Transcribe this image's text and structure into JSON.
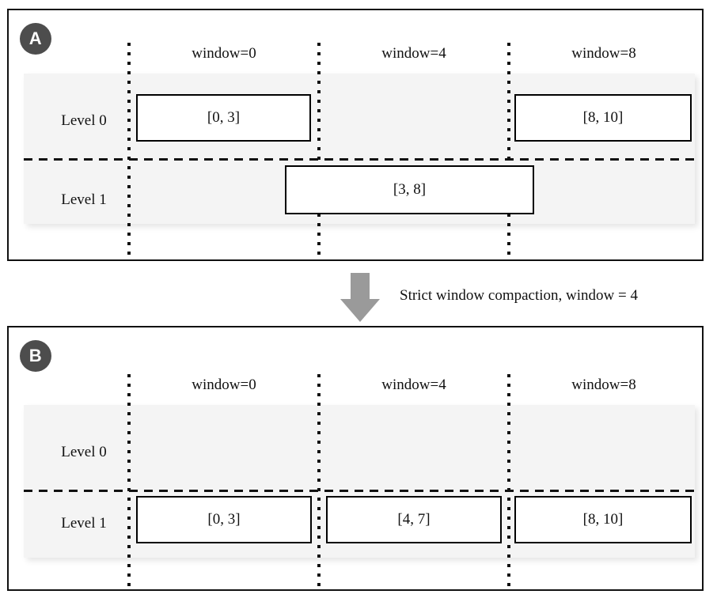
{
  "figure": {
    "transition": {
      "caption": "Strict window compaction, window = 4",
      "arrow_icon": "down-arrow-icon"
    }
  },
  "panels": [
    {
      "id": "A",
      "badge_label": "A",
      "column_headers": [
        {
          "label": "window=0"
        },
        {
          "label": "window=4"
        },
        {
          "label": "window=8"
        }
      ],
      "rows": [
        {
          "label": "Level 0"
        },
        {
          "label": "Level 1"
        }
      ],
      "boxes": [
        {
          "label": "[0, 3]",
          "level": 0,
          "start": 0,
          "end": 3
        },
        {
          "label": "[8, 10]",
          "level": 0,
          "start": 8,
          "end": 10
        },
        {
          "label": "[3, 8]",
          "level": 1,
          "start": 3,
          "end": 8
        }
      ]
    },
    {
      "id": "B",
      "badge_label": "B",
      "column_headers": [
        {
          "label": "window=0"
        },
        {
          "label": "window=4"
        },
        {
          "label": "window=8"
        }
      ],
      "rows": [
        {
          "label": "Level 0"
        },
        {
          "label": "Level 1"
        }
      ],
      "boxes": [
        {
          "label": "[0, 3]",
          "level": 1,
          "start": 0,
          "end": 3
        },
        {
          "label": "[4, 7]",
          "level": 1,
          "start": 4,
          "end": 7
        },
        {
          "label": "[8, 10]",
          "level": 1,
          "start": 8,
          "end": 10
        }
      ]
    }
  ],
  "colors": {
    "badge_bg": "#4d4d4d",
    "badge_text": "#ffffff",
    "band_bg": "#f4f4f4",
    "arrow": "#9a9a9a",
    "line": "#111111",
    "box_border": "#000000",
    "box_bg": "#ffffff"
  }
}
